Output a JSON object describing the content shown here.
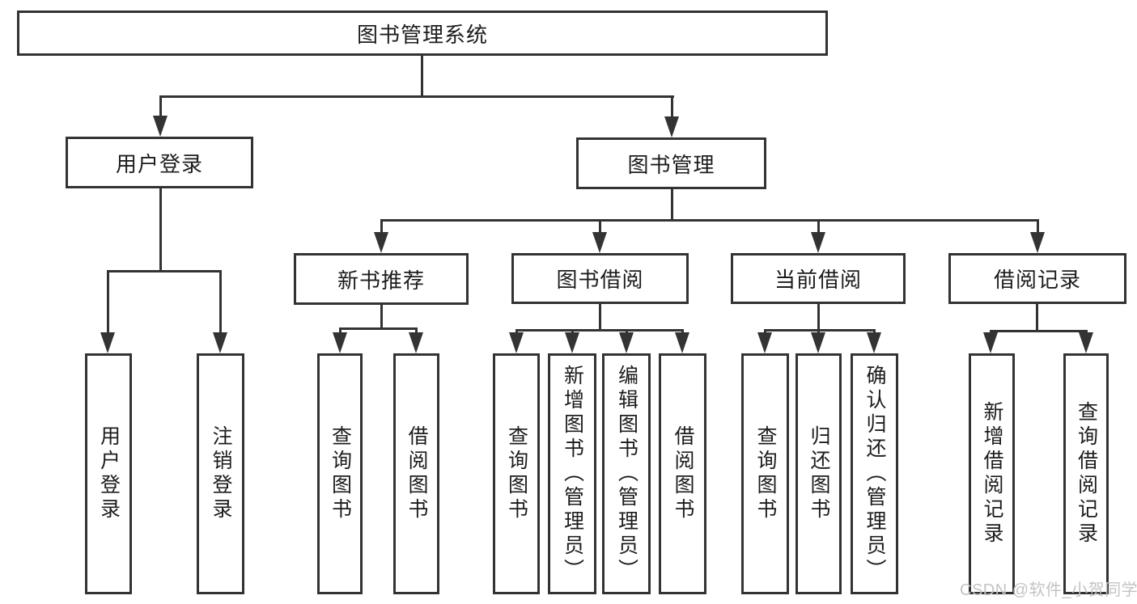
{
  "tree": {
    "label": "图书管理系统",
    "children": [
      {
        "label": "用户登录",
        "children": [
          {
            "label": "用户登录"
          },
          {
            "label": "注销登录"
          }
        ]
      },
      {
        "label": "图书管理",
        "children": [
          {
            "label": "新书推荐",
            "children": [
              {
                "label": "查询图书"
              },
              {
                "label": "借阅图书"
              }
            ]
          },
          {
            "label": "图书借阅",
            "children": [
              {
                "label": "查询图书"
              },
              {
                "label": "新增图书（管理员）"
              },
              {
                "label": "编辑图书（管理员）"
              },
              {
                "label": "借阅图书"
              }
            ]
          },
          {
            "label": "当前借阅",
            "children": [
              {
                "label": "查询图书"
              },
              {
                "label": "归还图书"
              },
              {
                "label": "确认归还（管理员）"
              }
            ]
          },
          {
            "label": "借阅记录",
            "children": [
              {
                "label": "新增借阅记录"
              },
              {
                "label": "查询借阅记录"
              }
            ]
          }
        ]
      }
    ]
  },
  "watermark": {
    "text": "CSDN @软件_小贺同学"
  },
  "colors": {
    "line": "#333333",
    "text": "#1c1c1c",
    "background": "#ffffff",
    "watermark": "#c3c3c3"
  }
}
